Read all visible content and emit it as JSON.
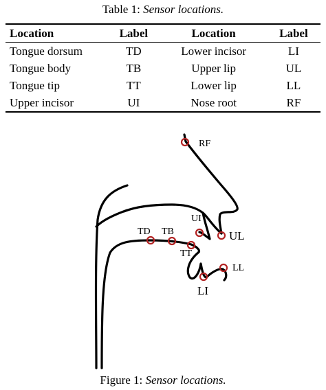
{
  "table": {
    "caption_prefix": "Table 1: ",
    "caption_title": "Sensor locations.",
    "headers": [
      "Location",
      "Label",
      "Location",
      "Label"
    ],
    "rows": [
      [
        "Tongue dorsum",
        "TD",
        "Lower incisor",
        "LI"
      ],
      [
        "Tongue body",
        "TB",
        "Upper lip",
        "UL"
      ],
      [
        "Tongue tip",
        "TT",
        "Lower lip",
        "LL"
      ],
      [
        "Upper incisor",
        "UI",
        "Nose root",
        "RF"
      ]
    ]
  },
  "figure": {
    "caption_prefix": "Figure 1: ",
    "caption_title": "Sensor locations.",
    "sensor_labels": {
      "RF": "RF",
      "UI": "UI",
      "TD": "TD",
      "TB": "TB",
      "UL": "UL",
      "TT": "TT",
      "LL": "LL",
      "LI": "LI"
    },
    "marker_color": "#b22222"
  }
}
